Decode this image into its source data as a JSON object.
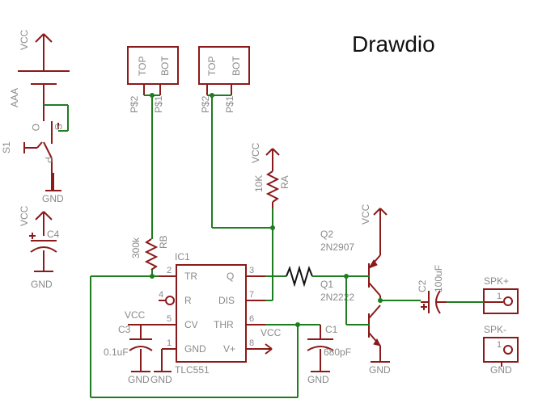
{
  "title": "Drawdio",
  "labels": {
    "vcc": "VCC",
    "gnd": "GND",
    "aaa": "AAA",
    "s1": "S1",
    "sw_o": "O",
    "sw_s": "S",
    "sw_p": "P",
    "c4": "C4",
    "top": "TOP",
    "bot": "BOT",
    "ps2": "P$2",
    "ps1": "P$1",
    "r_10k": "10K",
    "ra": "RA",
    "r_300k": "300k",
    "rb": "RB",
    "ic1": "IC1",
    "tlc551": "TLC551",
    "pin_tr": "TR",
    "pin_q": "Q",
    "pin_r": "R",
    "pin_dis": "DIS",
    "pin_cv": "CV",
    "pin_thr": "THR",
    "pin_gnd": "GND",
    "pin_vp": "V+",
    "n2": "2",
    "n3": "3",
    "n4": "4",
    "n7": "7",
    "n5": "5",
    "n6": "6",
    "n1": "1",
    "n8": "8",
    "c3": "C3",
    "c3_val": "0.1uF",
    "c1": "C1",
    "c1_val": "680pF",
    "q2": "Q2",
    "q2_part": "2N2907",
    "q1": "Q1",
    "q1_part": "2N2222",
    "c2": "C2",
    "c2_val": "100uF",
    "spk_p": "SPK+",
    "spk_m": "SPK-",
    "one": "1"
  }
}
